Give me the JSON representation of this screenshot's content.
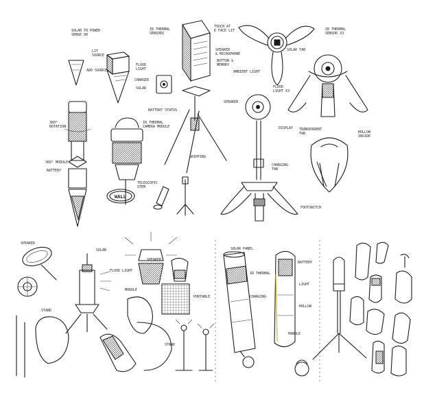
{
  "notes": {
    "top": [
      "SOLAR TO POWER\nSENSE OR",
      "LIT\nSOURCE",
      "ADD SOURCE",
      "CHARGER",
      "SOLAR",
      "IR THERMAL\nSENSORS",
      "TOUCH AT\nE FACE LIT",
      "SPEAKER\n& MICROPHONE",
      "BUTTON &\nMEMORY",
      "AMBIENT LIGHT",
      "FLOOD\nLIGHT",
      "BATTERY STATUS",
      "IR THERMAL\nSENSOR X3",
      "SOLAR TAB",
      "FLOOD\nLIGHT X3",
      "TRANSPARENT\nTAB",
      "HOLLOW\nINSIDE",
      "SPEAKER",
      "DISPLAY",
      "CHARGING\nTAB",
      "FOOTSWITCH",
      "IR THERMAL\nCAMERA MODULE",
      "360°\nROTATION",
      "BATTERY",
      "TELESCOPIC\nSTEM",
      "360° MODULE",
      "GRIPPING",
      "WALL"
    ],
    "bottom": [
      "SPEAKER",
      "SOLAR",
      "FLOOD LIGHT",
      "STAND",
      "MODULE",
      "SOLAR PANEL",
      "IR THERMAL",
      "CHARGING",
      "BATTERY",
      "LIGHT",
      "HOLLOW",
      "PORTABLE",
      "STAND",
      "HANDLE",
      "SPEAKER"
    ]
  }
}
